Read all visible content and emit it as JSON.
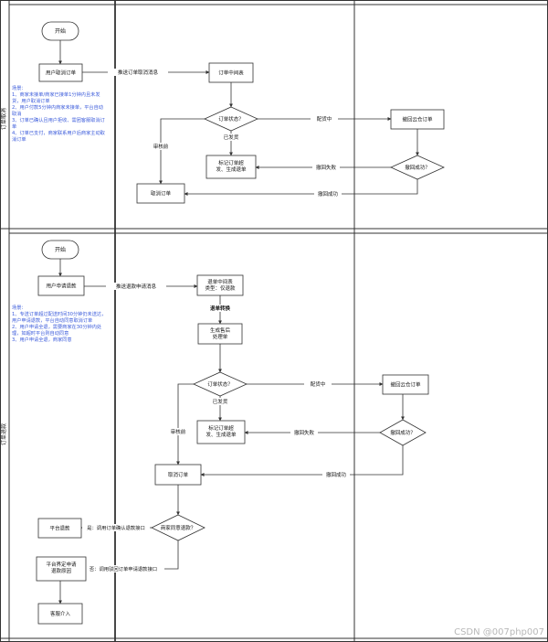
{
  "lanes": {
    "top": "订单取消",
    "bottom": "订单退款"
  },
  "top_flow": {
    "start": "开始",
    "user_cancel": "用户取消订单",
    "push_msg": "推送订单取消消息",
    "order_center": "订单中间表",
    "order_status": "订单状态？",
    "configuring": "配货中",
    "withdraw_cloud": "撤回云仓订单",
    "shipped": "已发货",
    "before_review": "审核前",
    "mark_order": "标记订单超\n发、生成退单",
    "withdraw_fail": "撤回失败",
    "withdraw_ok_q": "撤回成功？",
    "cancel_order": "取消订单",
    "withdraw_success": "撤回成功",
    "note": "场景：\n1、商家未接单/商家已接单1分钟内且未发\n货，用户取消订单\n2、用户付款5分钟内商家未接单，平台自动\n取消\n3、订单已确认且用户拒收、需团客服取消订\n单\n4、订单已支付，商家联系用户后商家主动取\n消订单"
  },
  "bottom_flow": {
    "start": "开始",
    "user_refund": "用户申请退款",
    "push_msg": "推送退款申请消息",
    "refund_center": "退单中间表\n类型：仅退款",
    "refund_convert": "退单转换",
    "gen_aftersale": "生成售后\n处理单",
    "order_status": "订单状态？",
    "configuring": "配货中",
    "withdraw_cloud": "撤回云仓订单",
    "shipped": "已发货",
    "before_review": "审核前",
    "mark_order": "标记订单超\n发、生成退单",
    "withdraw_fail": "撤回失败",
    "withdraw_ok_q": "撤回成功？",
    "cancel_order": "取消订单",
    "withdraw_success": "撤回成功",
    "merchant_agree": "商家同意退款？",
    "yes_label": "是：调用订单确认退款接口",
    "no_label": "否：调用驳回订单申请退款接口",
    "platform_refund": "平台退款",
    "platform_judge": "平台界定申请\n退款原因",
    "cs_intervene": "客服介入",
    "note": "场景：\n1、专送订单超过配送时间30分钟仍未送达，\n用户申请退款，平台自动同意取消订单\n2、用户申请全退，需要商家在30分钟内处\n理，如超时平台则自动同意\n3、用户申请全退，商家同意"
  },
  "watermark": "CSDN @007php007"
}
